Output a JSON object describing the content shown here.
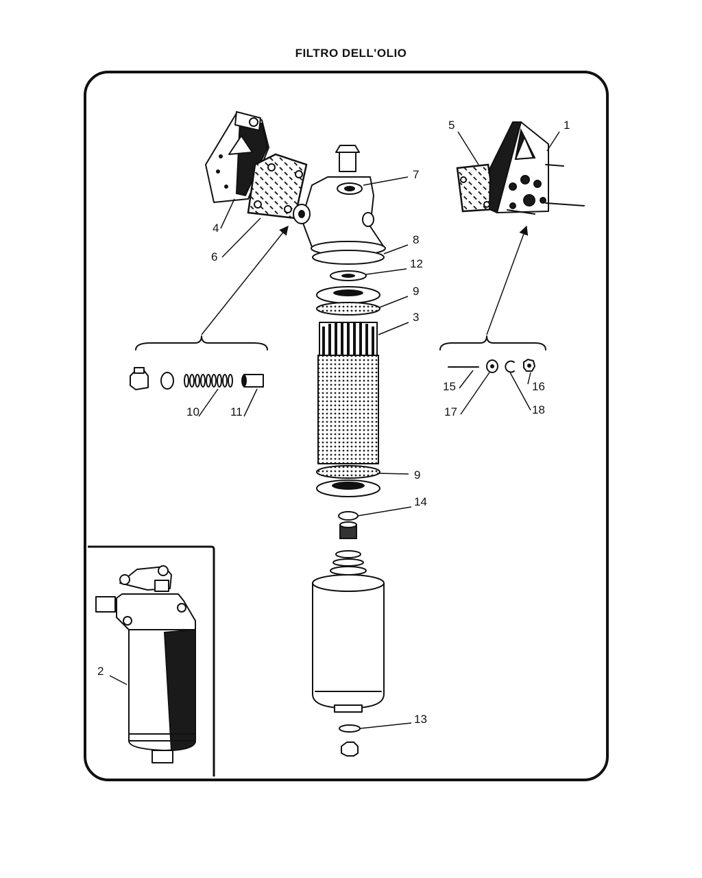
{
  "title": "FILTRO DELL'OLIO",
  "callouts": [
    "1",
    "2",
    "3",
    "4",
    "5",
    "6",
    "7",
    "8",
    "9",
    "9",
    "10",
    "11",
    "12",
    "13",
    "14",
    "15",
    "16",
    "17",
    "18"
  ],
  "colors": {
    "ink": "#111111",
    "paper": "#ffffff"
  }
}
